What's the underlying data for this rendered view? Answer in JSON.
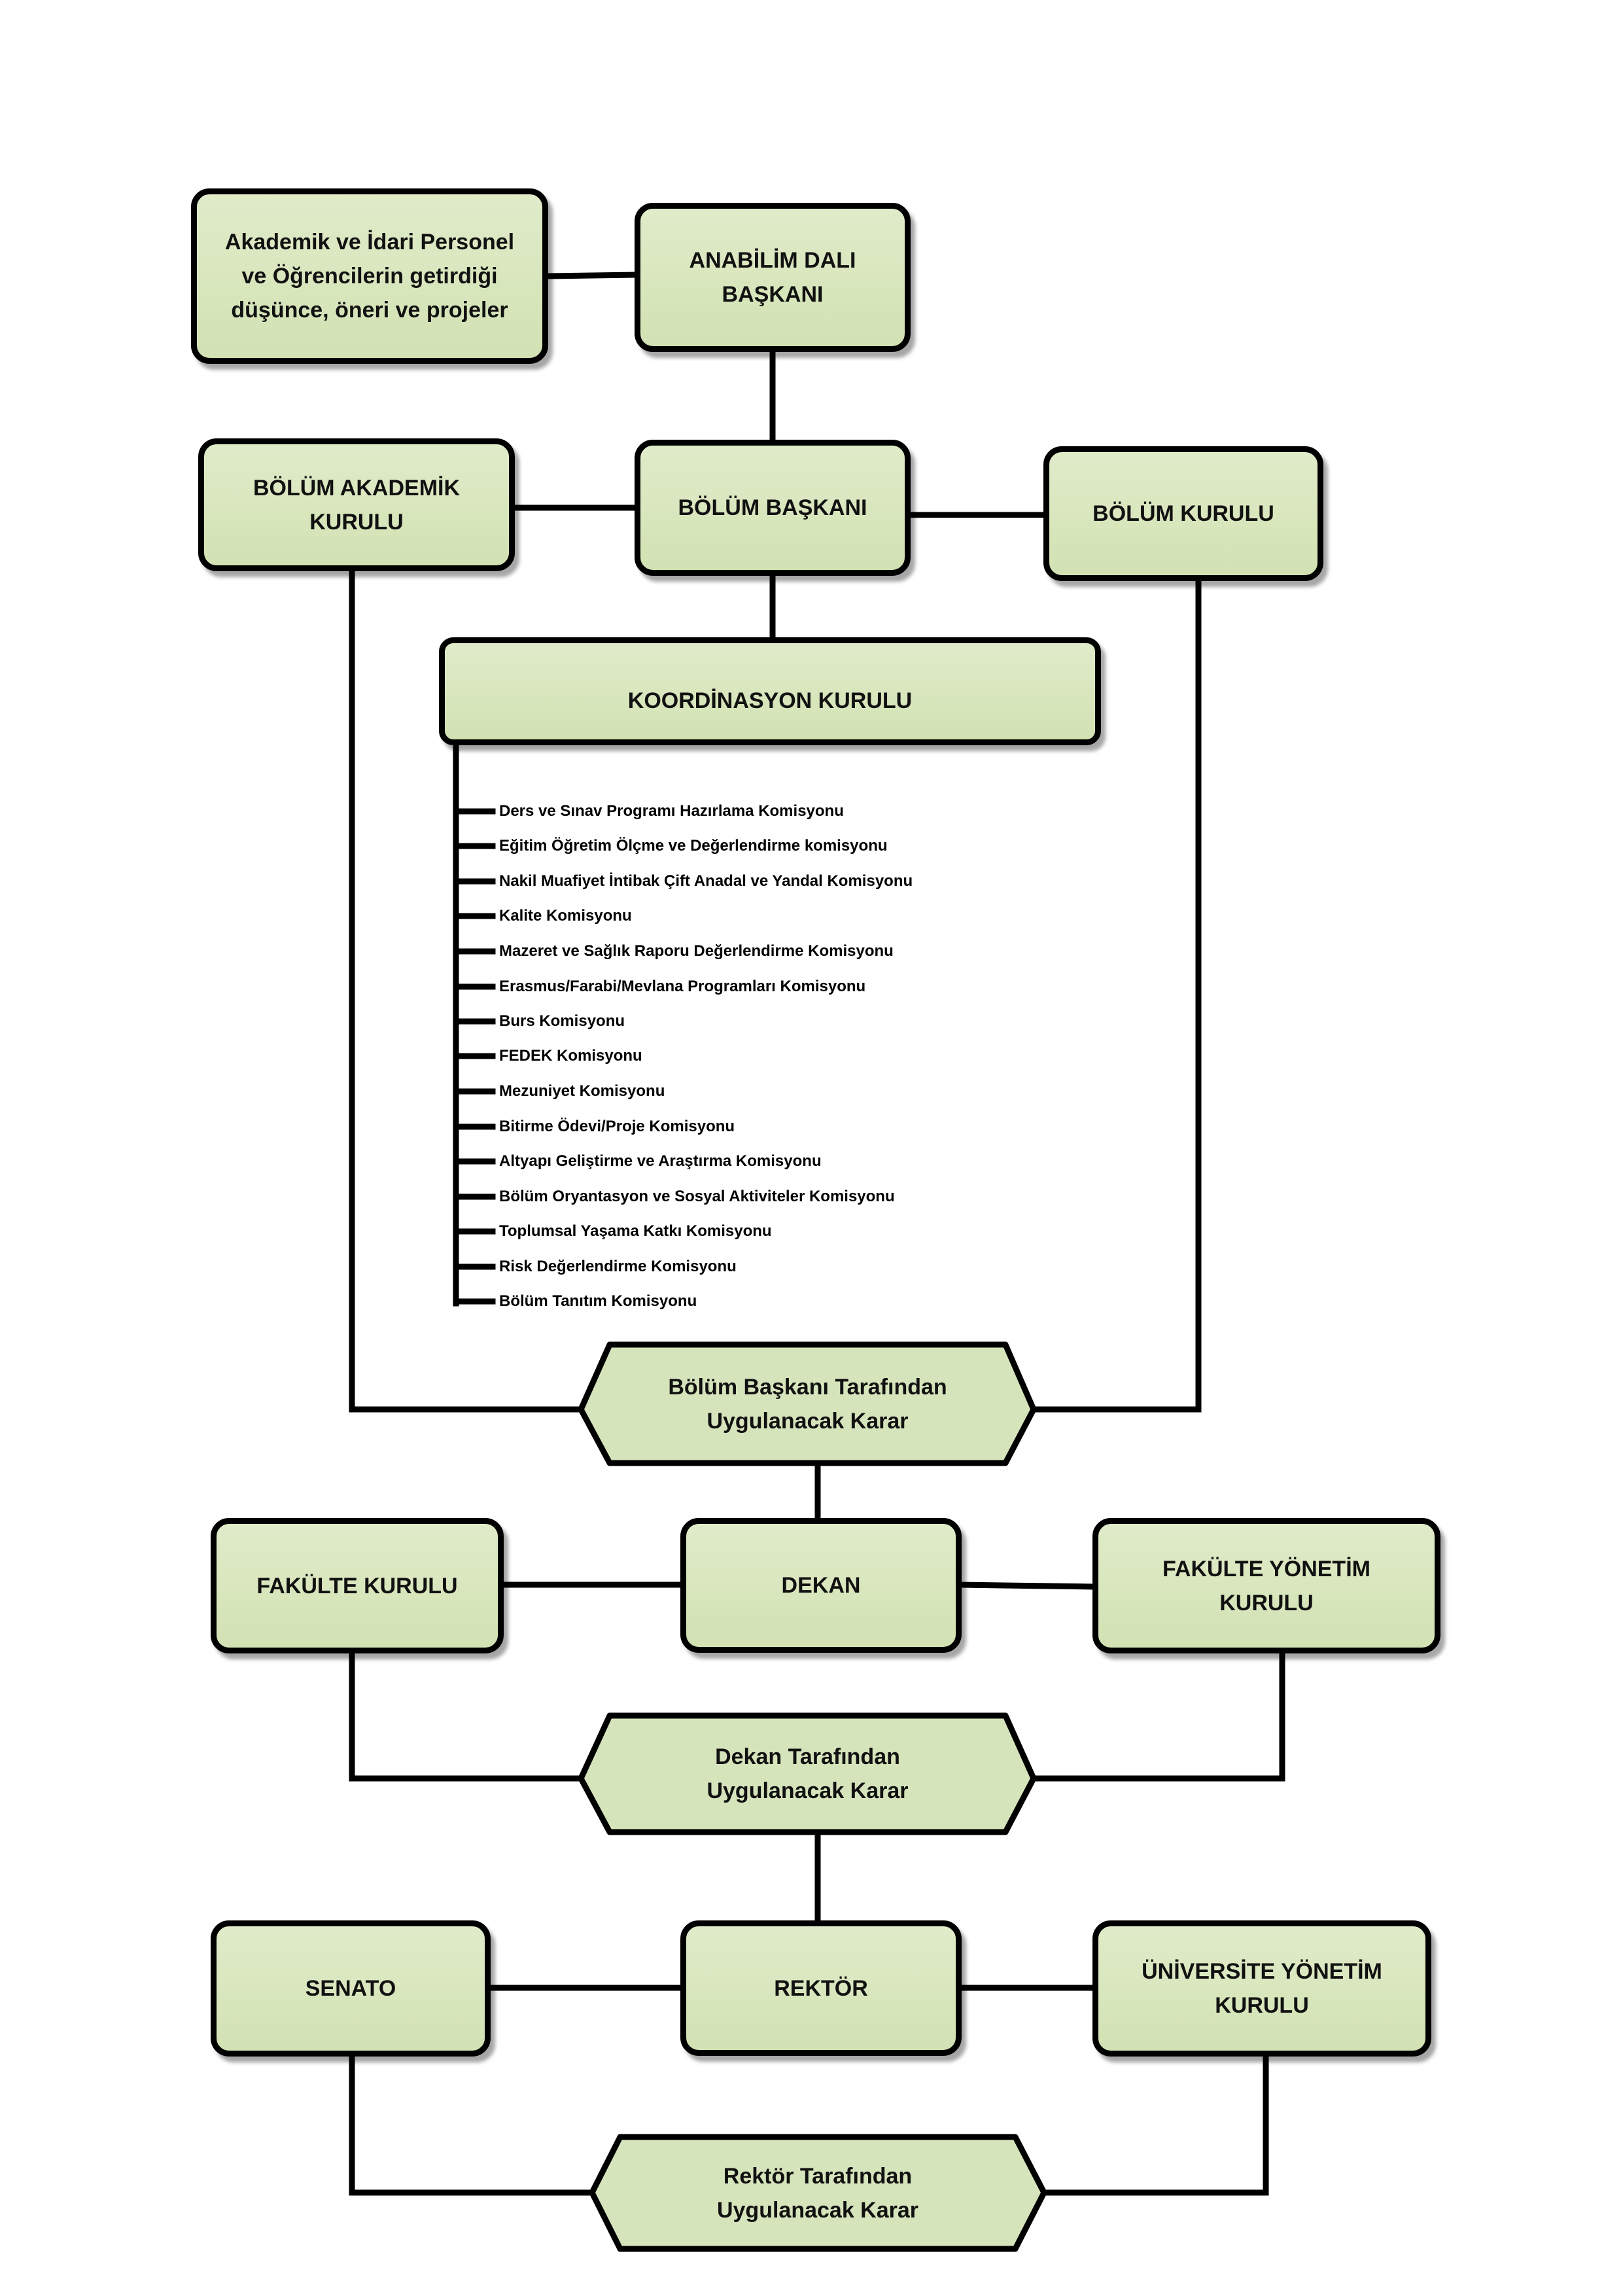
{
  "boxes": {
    "suggestions": "Akademik ve İdari Personel\nve Öğrencilerin getirdiği\ndüşünce, öneri ve projeler",
    "anabilim_dali_baskani": "ANABİLİM DALI\nBAŞKANI",
    "bolum_akademik_kurulu": "BÖLÜM AKADEMİK\nKURULU",
    "bolum_baskani": "BÖLÜM BAŞKANI",
    "bolum_kurulu": "BÖLÜM KURULU",
    "koordinasyon_kurulu": "KOORDİNASYON KURULU",
    "fakulte_kurulu": "FAKÜLTE KURULU",
    "dekan": "DEKAN",
    "fakulte_yonetim_kurulu": "FAKÜLTE YÖNETİM\nKURULU",
    "senato": "SENATO",
    "rektor": "REKTÖR",
    "universite_yonetim_kurulu": "ÜNİVERSİTE YÖNETİM\nKURULU"
  },
  "decisions": {
    "bolum_baskani_karar": "Bölüm Başkanı Tarafından\nUygulanacak Karar",
    "dekan_karar": "Dekan Tarafından\nUygulanacak Karar",
    "rektor_karar": "Rektör Tarafından\nUygulanacak Karar"
  },
  "commissions": [
    "Ders ve Sınav Programı Hazırlama Komisyonu",
    "Eğitim Öğretim Ölçme ve Değerlendirme komisyonu",
    "Nakil Muafiyet İntibak Çift Anadal ve Yandal Komisyonu",
    "Kalite Komisyonu",
    "Mazeret ve Sağlık Raporu Değerlendirme Komisyonu",
    "Erasmus/Farabi/Mevlana Programları Komisyonu",
    "Burs Komisyonu",
    "FEDEK Komisyonu",
    "Mezuniyet Komisyonu",
    "Bitirme Ödevi/Proje Komisyonu",
    "Altyapı Geliştirme ve Araştırma Komisyonu",
    "Bölüm Oryantasyon ve Sosyal Aktiviteler Komisyonu",
    "Toplumsal Yaşama Katkı Komisyonu",
    "Risk Değerlendirme Komisyonu",
    "Bölüm Tanıtım Komisyonu"
  ],
  "colors": {
    "box_fill": "#d6e4bc",
    "stroke": "#000000"
  }
}
